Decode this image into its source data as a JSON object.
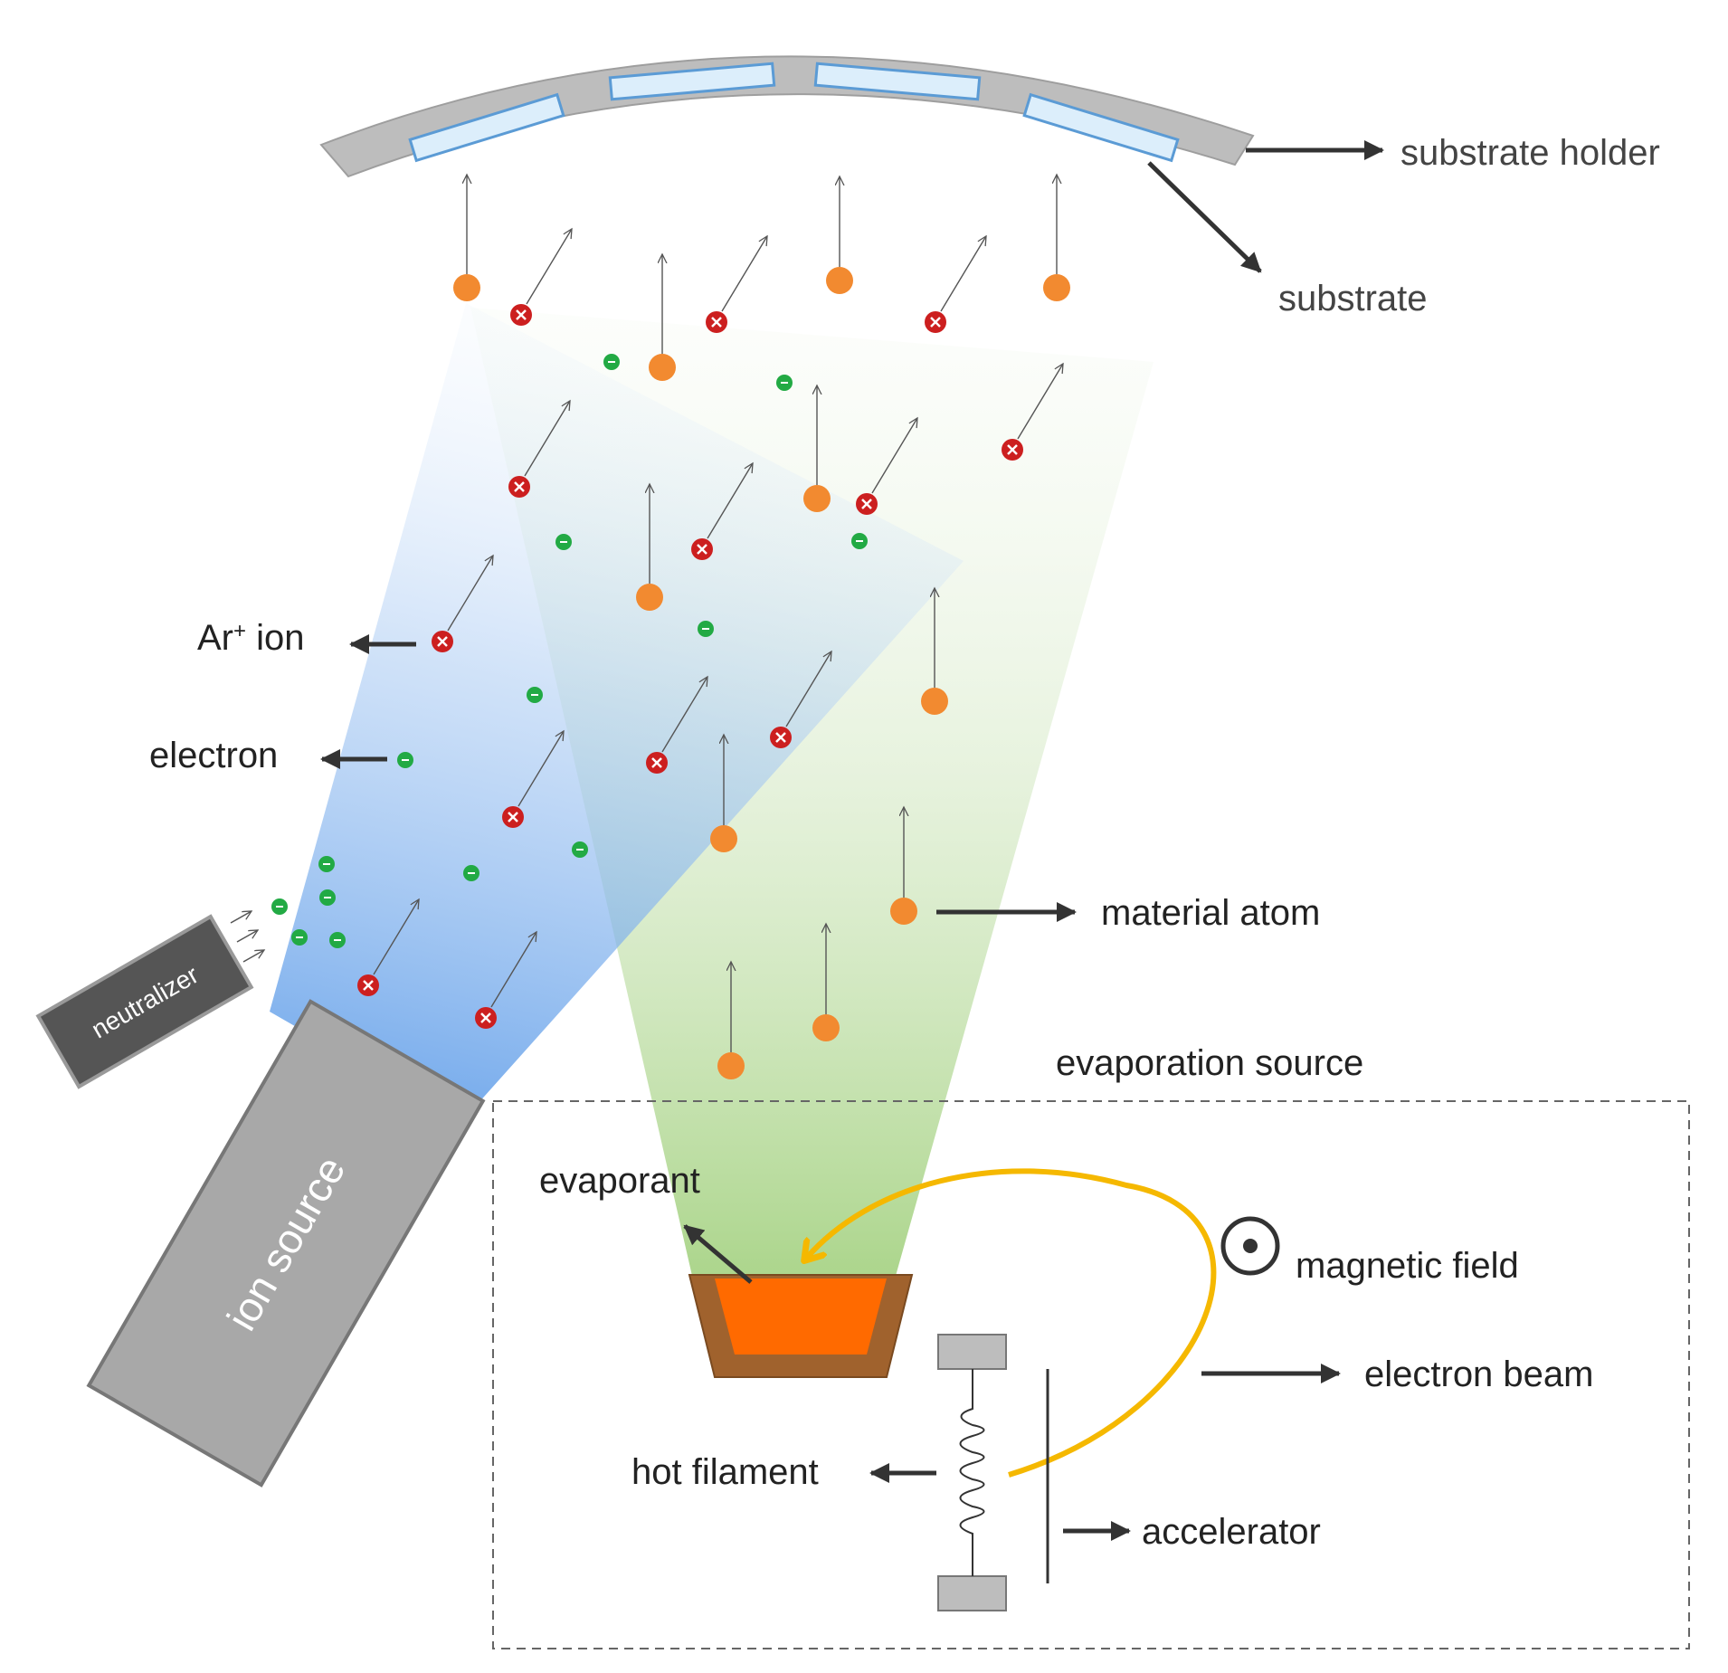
{
  "labels": {
    "substrate_holder": "substrate holder",
    "substrate": "substrate",
    "ar_ion_base": "Ar",
    "ar_ion_sup": "+",
    "ar_ion_tail": " ion",
    "electron": "electron",
    "material_atom": "material atom",
    "neutralizer": "neutralizer",
    "ion_source": "ion source",
    "evaporation_source": "evaporation source",
    "evaporant": "evaporant",
    "magnetic_field": "magnetic field",
    "electron_beam": "electron beam",
    "hot_filament": "hot filament",
    "accelerator": "accelerator"
  },
  "colors": {
    "ion": "#cc1f1f",
    "electron": "#22aa44",
    "atom": "#f28a30",
    "holder": "#bdbdbd",
    "substrate_fill": "#dceefb",
    "substrate_stroke": "#5b9bd5",
    "ion_beam": "#5a9ae8",
    "vapor": "#9fcf7a",
    "crucible_outer": "#a0622d",
    "crucible_inner": "#ff6a00",
    "ebeam": "#f5b800",
    "arrow": "#333333"
  },
  "icons": {
    "magnetic_field": "dot-in-circle-icon",
    "ion": "plus-circle-icon",
    "electron": "minus-circle-icon"
  }
}
